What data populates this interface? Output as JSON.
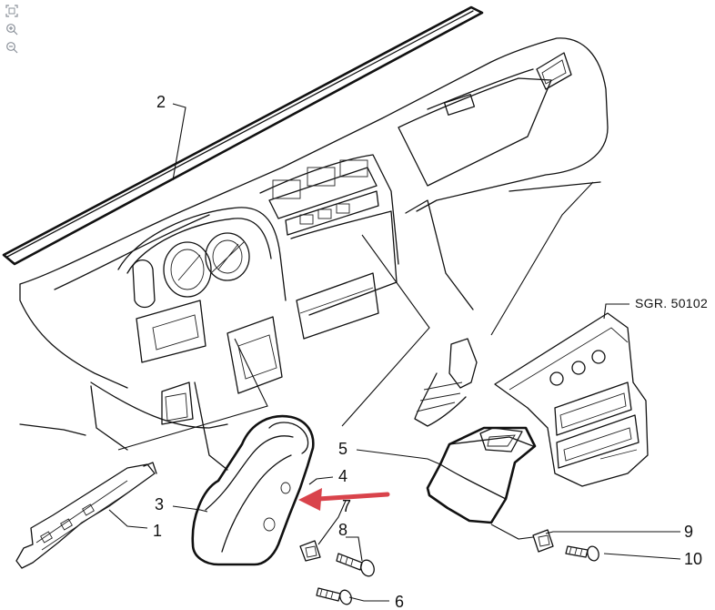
{
  "toolbar": {
    "icons": [
      "fit-page-icon",
      "zoom-in-icon",
      "zoom-out-icon"
    ]
  },
  "diagram": {
    "reference_label": "SGR. 50102",
    "callouts": {
      "c1": "1",
      "c2": "2",
      "c3": "3",
      "c4": "4",
      "c5": "5",
      "c6": "6",
      "c7": "7",
      "c8": "8",
      "c9": "9",
      "c10": "10"
    },
    "highlight_arrow_color": "#d9434b",
    "line_color": "#111111"
  }
}
